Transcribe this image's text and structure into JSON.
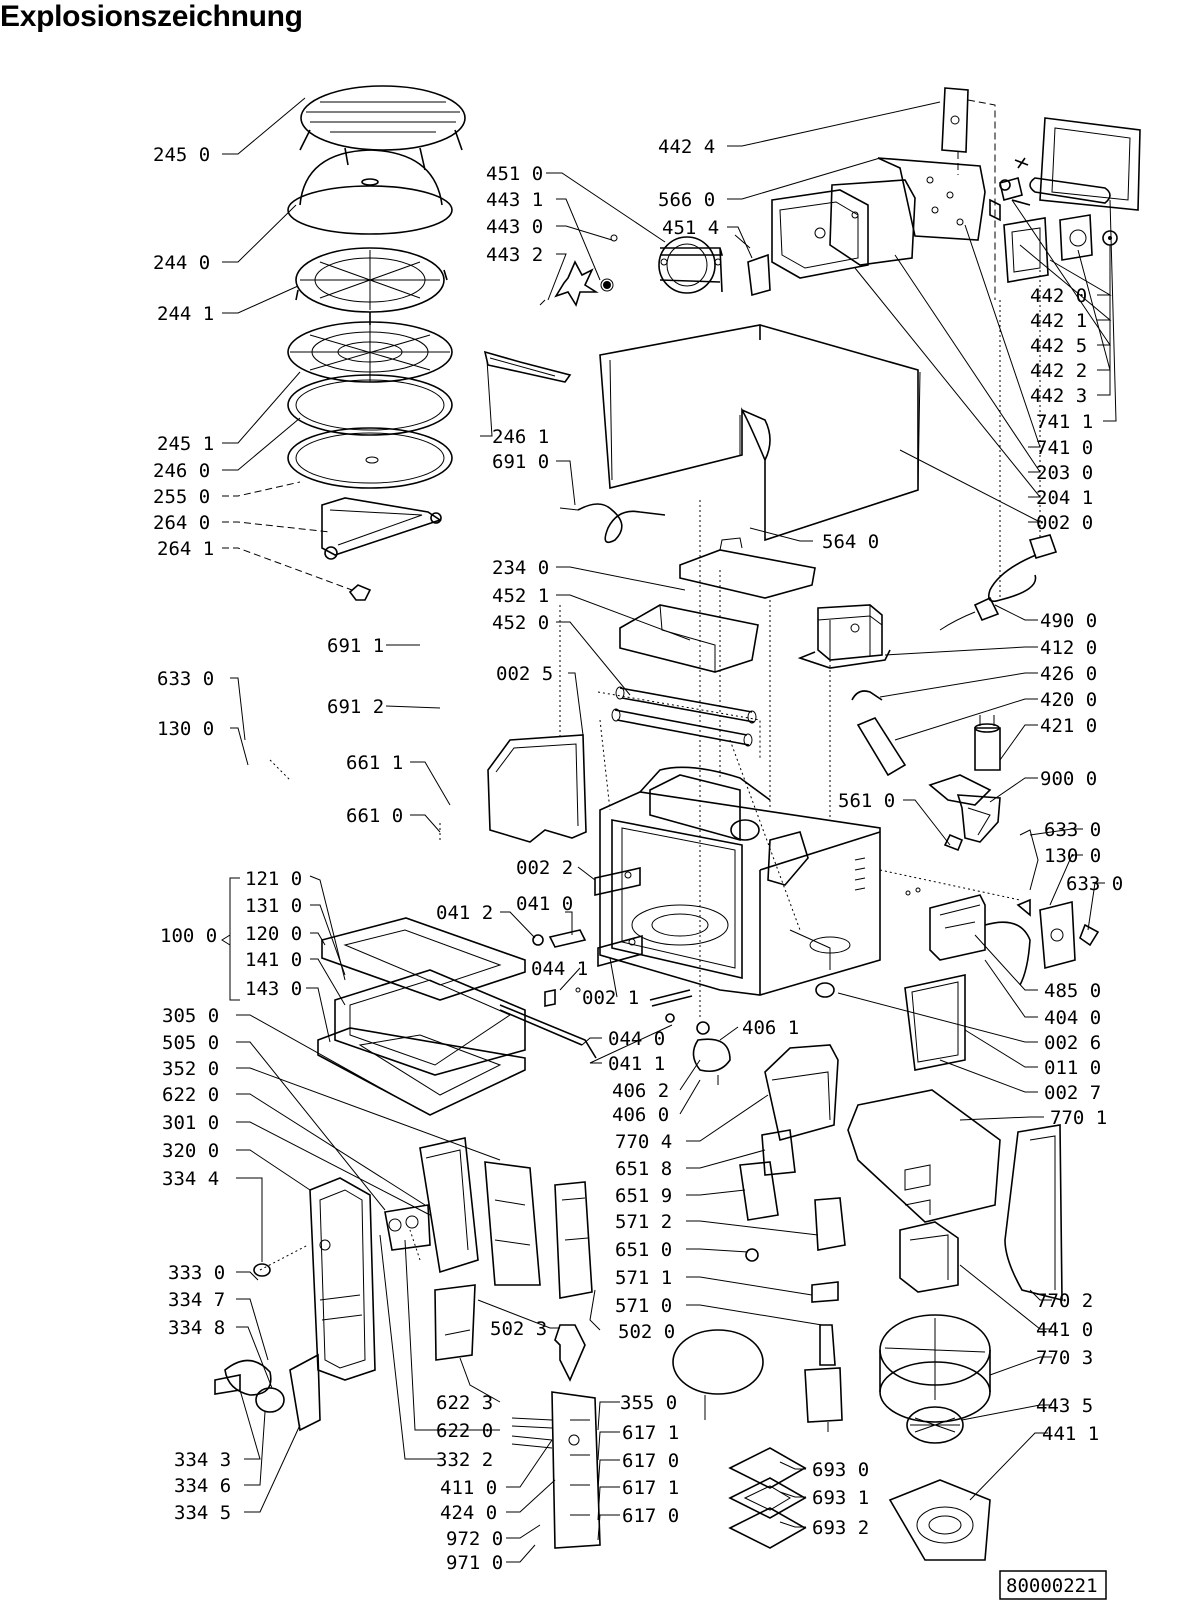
{
  "header": {
    "title": "Explosionszeichnung"
  },
  "footer": {
    "doc_id": "80000221"
  },
  "brace_group": "100 0",
  "labels": [
    "245 0",
    "244 0",
    "244 1",
    "245 1",
    "246 0",
    "255 0",
    "264 0",
    "264 1",
    "451 0",
    "443 1",
    "443 0",
    "443 2",
    "442 4",
    "566 0",
    "451 4",
    "442 0",
    "442 1",
    "442 5",
    "442 2",
    "442 3",
    "741 1",
    "741 0",
    "203 0",
    "204 1",
    "002 0",
    "246 1",
    "691 0",
    "564 0",
    "234 0",
    "452 1",
    "452 0",
    "490 0",
    "412 0",
    "426 0",
    "420 0",
    "421 0",
    "691 1",
    "691 2",
    "002 5",
    "633 0",
    "130  0",
    "661 1",
    "661 0",
    "900 0",
    "561 0",
    "633 0",
    "130 0",
    "633 0",
    "002 2",
    "041 2",
    "041 0",
    "044 1",
    "002 1",
    "121 0",
    "131 0",
    "120 0",
    "141 0",
    "143 0",
    "485 0",
    "404 0",
    "002 6",
    "011 0",
    "002 7",
    "770 1",
    "305 0",
    "505 0",
    "352 0",
    "622 0",
    "301 0",
    "320 0",
    "334 4",
    "044 0",
    "041 1",
    "406 1",
    "406 2",
    "406 0",
    "770 4",
    "651 8",
    "651 9",
    "571 2",
    "651 0",
    "571 1",
    "571 0",
    "333 0",
    "334 7",
    "334 8",
    "502 3",
    "502 0",
    "770 2",
    "441 0",
    "770 3",
    "443 5",
    "441 1",
    "622 3",
    "622 0",
    "355 0",
    "617 1",
    "617 0",
    "617 1",
    "617 0",
    "693 0",
    "693 1",
    "693 2",
    "334 3",
    "332 2",
    "334 6",
    "334 5",
    "411 0",
    "424 0",
    "972 0",
    "971 0"
  ]
}
